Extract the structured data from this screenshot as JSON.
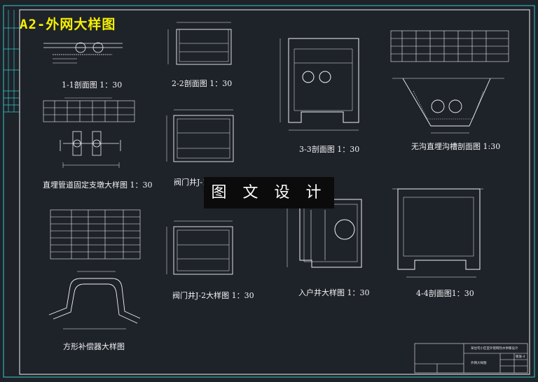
{
  "sheet": {
    "title": "A2-外网大样图",
    "watermark": "图 文 设 计"
  },
  "captions": {
    "section_1_1": "1-1剖面图 1：30",
    "section_2_2": "2-2剖面图 1：30",
    "section_3_3": "3-3剖面图 1：30",
    "trench_section": "无沟直埋沟槽剖面图 1:30",
    "pipe_fixed_support": "直埋管道固定支墩大样图 1：30",
    "valve_well_j1": "阀门井J-1",
    "valve_well_j2": "阀门井J-2大样图 1：30",
    "entry_well": "入户井大样图 1：30",
    "section_4_4": "4-4剖面图1：30",
    "square_compensator": "方形补偿器大样图"
  },
  "title_block": {
    "project": "某住宅小区室外管网热水供暖设计",
    "drawing_name": "外网大样图",
    "sheet_no": "暖施-4"
  },
  "colors": {
    "background": "#1e2229",
    "line": "#f2f2f2",
    "frame": "#36c9c9",
    "title": "#f5f000"
  }
}
